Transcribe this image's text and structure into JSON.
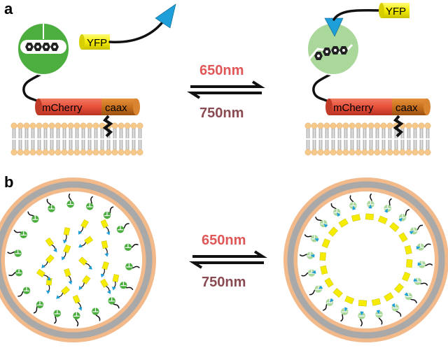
{
  "panels": {
    "a": {
      "label": "a",
      "forward_wavelength": "650nm",
      "reverse_wavelength": "750nm",
      "yfp_label": "YFP",
      "mcherry_label": "mCherry",
      "caax_label": "caax"
    },
    "b": {
      "label": "b",
      "forward_wavelength": "650nm",
      "reverse_wavelength": "750nm"
    }
  },
  "colors": {
    "forward_wavelength": "#e05757",
    "reverse_wavelength": "#8a4a52",
    "phy_active": "#4cae3f",
    "phy_inactive": "#a9d89a",
    "yfp": "#f5ec00",
    "pif_arrow": "#1e9fd9",
    "mcherry": "#e8503a",
    "caax": "#c8701d",
    "lipid_head": "#f5c98a",
    "lipid_tail": "#b9b9b9",
    "membrane_gray": "#a9a9a9"
  }
}
